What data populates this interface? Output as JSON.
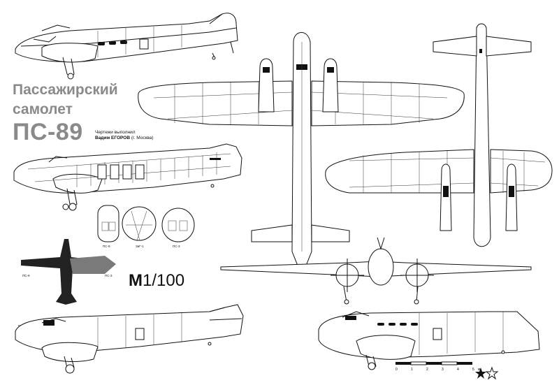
{
  "title": {
    "line1": "Пассажирский",
    "line2": "самолет",
    "line3": "ПС-89"
  },
  "credit": {
    "line1": "Чертежи выполнил",
    "author": "Вадим ЕГОРОВ",
    "city": "(г. Москва)"
  },
  "scale": {
    "prefix": "М",
    "value": "1/100"
  },
  "section_labels": {
    "ps9": "ПС-9",
    "zig1": "ЗиГ-1",
    "ps3": "ПС-3"
  },
  "silhouette_labels": {
    "left": "ПС-9",
    "right": "ПС-3"
  },
  "side_label": "ПС-9",
  "scale_bar": {
    "ticks": [
      "0",
      "1",
      "2",
      "3",
      "4",
      "5"
    ],
    "unit": "м"
  },
  "colors": {
    "title": "#8a8a8a",
    "ink": "#111111",
    "silhouette_dark": "#222222",
    "silhouette_gray": "#7a7a7a"
  }
}
